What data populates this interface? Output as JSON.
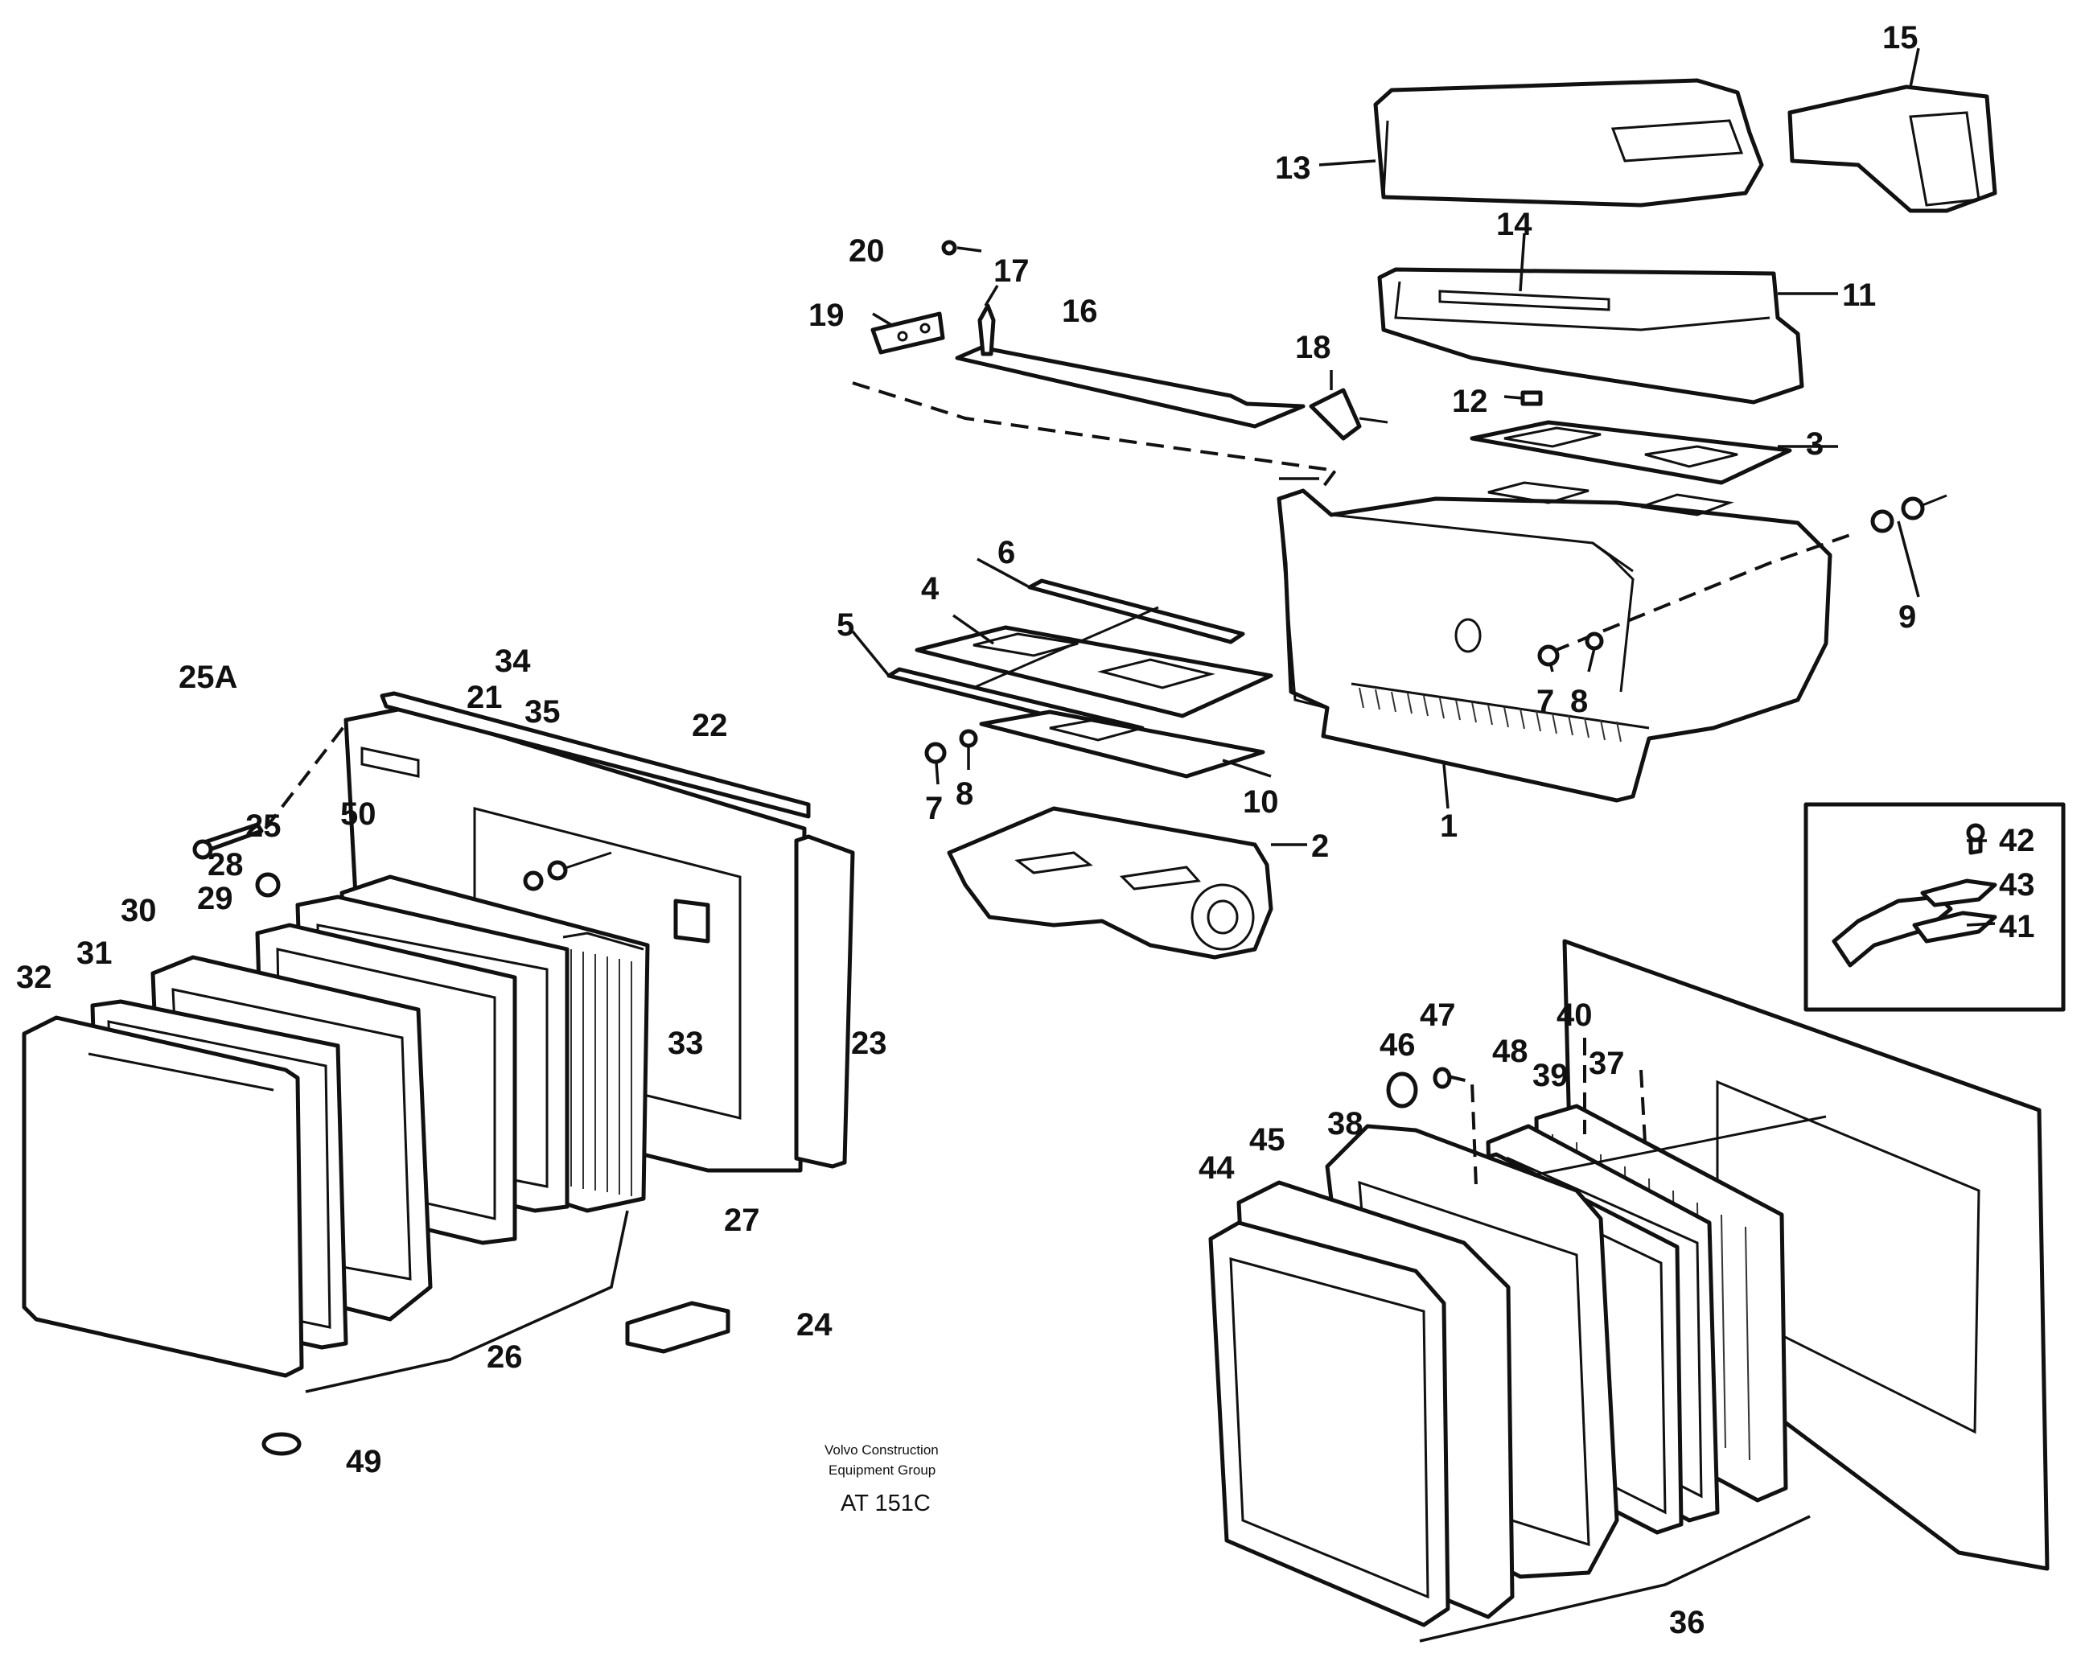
{
  "diagram": {
    "callouts": [
      "1",
      "2",
      "3",
      "4",
      "5",
      "6",
      "7",
      "8",
      "9",
      "10",
      "11",
      "12",
      "13",
      "14",
      "15",
      "16",
      "17",
      "18",
      "19",
      "20",
      "21",
      "22",
      "23",
      "24",
      "25",
      "25A",
      "26",
      "27",
      "28",
      "29",
      "30",
      "31",
      "32",
      "33",
      "34",
      "35",
      "36",
      "37",
      "38",
      "39",
      "40",
      "41",
      "42",
      "43",
      "44",
      "45",
      "46",
      "47",
      "48",
      "49",
      "50"
    ],
    "caption": {
      "line1": "Volvo Construction",
      "line2": "Equipment Group",
      "code": "AT 151C"
    }
  }
}
